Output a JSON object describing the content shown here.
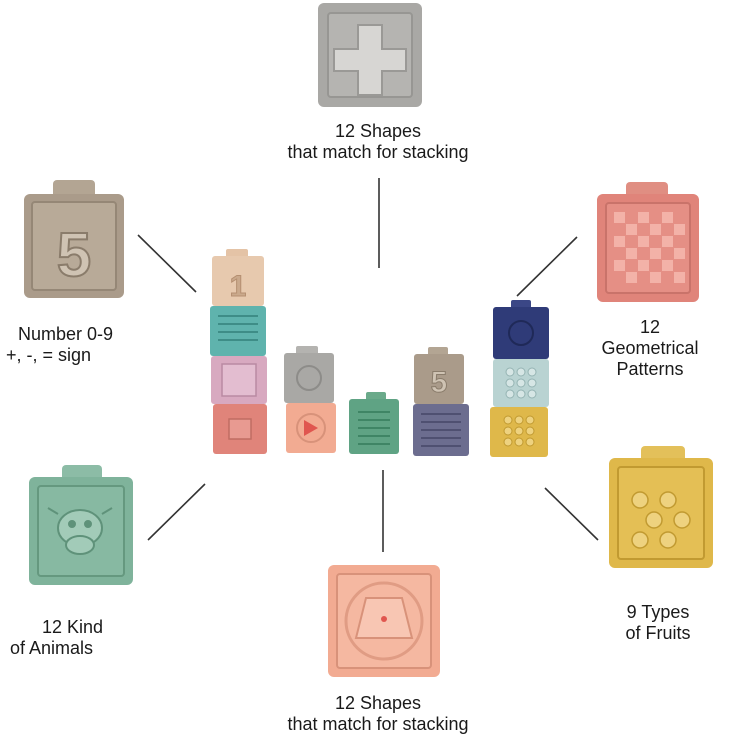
{
  "captions": {
    "shapes_top": [
      "12 Shapes",
      "that match for stacking"
    ],
    "number": [
      "Number 0-9",
      "+,   -,   = sign"
    ],
    "geometrical": [
      "12",
      "Geometrical",
      "Patterns"
    ],
    "animals": [
      "12 Kind",
      "of Animals"
    ],
    "fruits": [
      "9 Types",
      "of Fruits"
    ],
    "shapes_bottom": [
      "12 Shapes",
      "that match for stacking"
    ]
  },
  "block_symbols": {
    "number_block": "5",
    "stack_number_1": "1",
    "stack_number_5": "5"
  },
  "colors": {
    "background": "#ffffff",
    "grey": "#a9a8a5",
    "taupe": "#aa9b8a",
    "coral": "#e0847a",
    "sage": "#7fb39b",
    "mustard": "#dfb84a",
    "peach": "#f2ab92",
    "teal": "#5fb3ad",
    "navy": "#2f3b78",
    "lilac": "#d8a9c0",
    "slate": "#6c6d8f",
    "ice": "#b9d3d2",
    "line": "#333333"
  }
}
